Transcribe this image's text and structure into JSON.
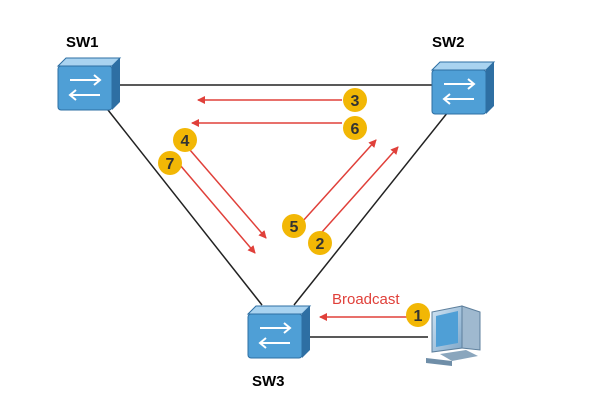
{
  "switches": {
    "sw1": {
      "label": "SW1"
    },
    "sw2": {
      "label": "SW2"
    },
    "sw3": {
      "label": "SW3"
    }
  },
  "broadcast_label": "Broadcast",
  "steps": [
    "1",
    "2",
    "3",
    "4",
    "5",
    "6",
    "7"
  ],
  "colors": {
    "arrow": "#e0403a",
    "badge": "#f2b705",
    "badge_text": "#333333",
    "switch_front": "#4f9fd6",
    "switch_top": "#a9d3f0",
    "switch_side": "#2e6fa3",
    "link": "#222222"
  }
}
